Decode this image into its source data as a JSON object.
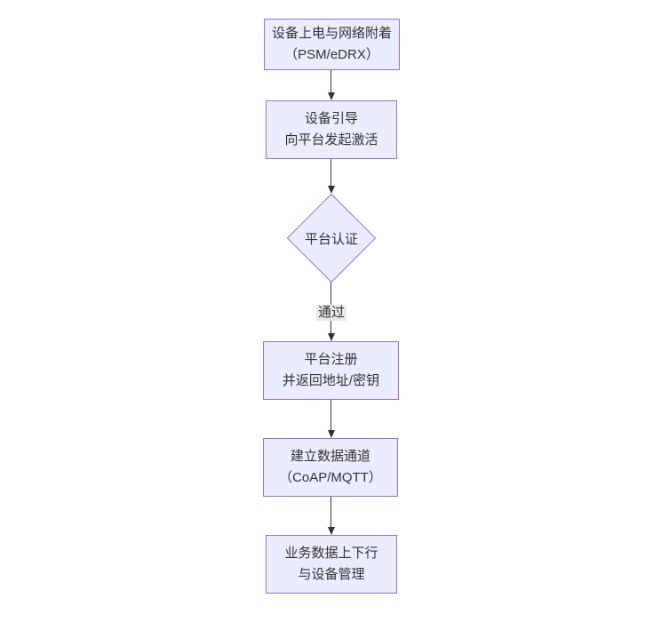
{
  "diagram": {
    "type": "flowchart",
    "direction": "top-down",
    "colors": {
      "background": "#FFFFFF",
      "node_fill": "#ECECFF",
      "node_border": "#9370DB",
      "text": "#333333",
      "edge": "#333333",
      "edge_label_bg": "#E8E8E8"
    },
    "nodes": [
      {
        "id": "start",
        "shape": "rect",
        "lines": [
          "设备上电与网络附着",
          "（PSM/eDRX）"
        ]
      },
      {
        "id": "bootstrap",
        "shape": "rect",
        "lines": [
          "设备引导",
          "向平台发起激活"
        ]
      },
      {
        "id": "auth",
        "shape": "diamond",
        "lines": [
          "平台认证"
        ]
      },
      {
        "id": "register",
        "shape": "rect",
        "lines": [
          "平台注册",
          "并返回地址/密钥"
        ]
      },
      {
        "id": "channel",
        "shape": "rect",
        "lines": [
          "建立数据通道",
          "（CoAP/MQTT）"
        ]
      },
      {
        "id": "business",
        "shape": "rect",
        "lines": [
          "业务数据上下行",
          "与设备管理"
        ]
      }
    ],
    "edges": [
      {
        "from": "start",
        "to": "bootstrap",
        "label": ""
      },
      {
        "from": "bootstrap",
        "to": "auth",
        "label": ""
      },
      {
        "from": "auth",
        "to": "register",
        "label": "通过"
      },
      {
        "from": "register",
        "to": "channel",
        "label": ""
      },
      {
        "from": "channel",
        "to": "business",
        "label": ""
      }
    ]
  }
}
